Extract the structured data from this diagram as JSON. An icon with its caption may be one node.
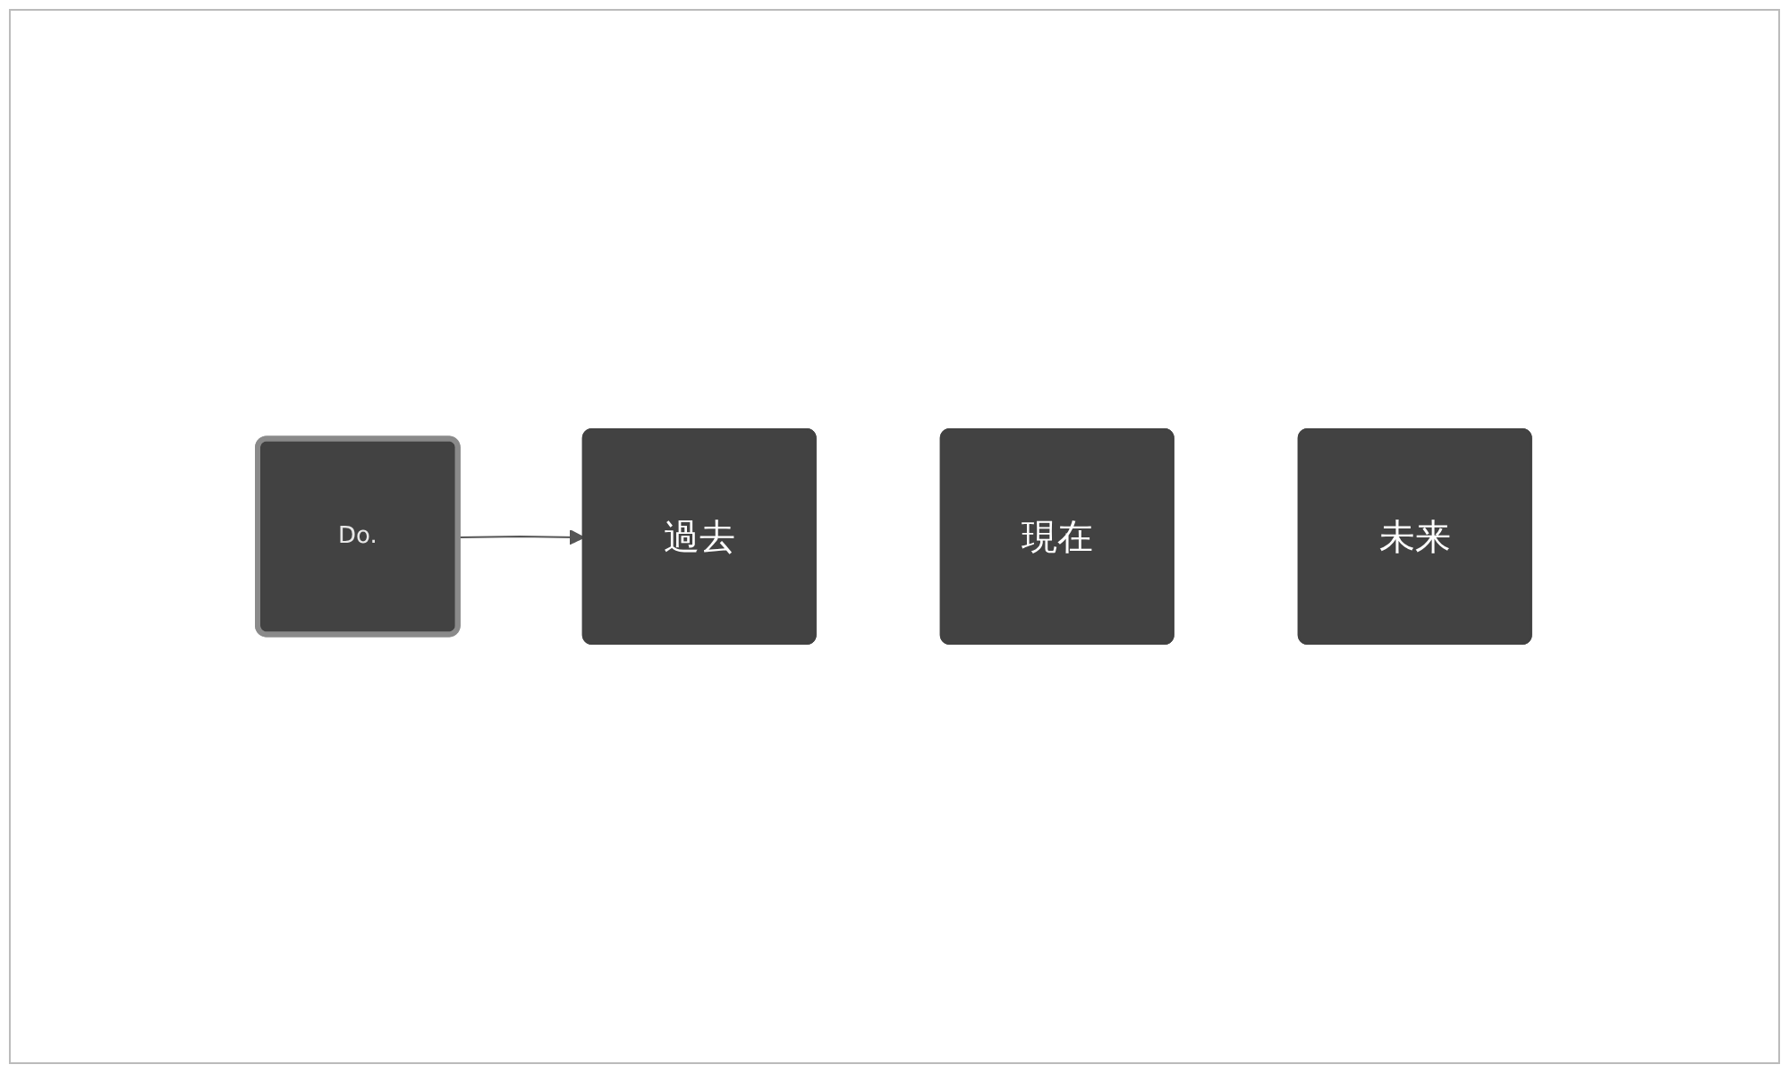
{
  "diagram": {
    "nodes": [
      {
        "text": [
          "Do."
        ]
      },
      {
        "text": [
          "過去"
        ]
      },
      {
        "text": [
          "現在"
        ]
      },
      {
        "text": [
          "未来"
        ]
      }
    ],
    "edges": [
      {
        "from": 0,
        "to": 1,
        "arrow": "to"
      }
    ]
  }
}
